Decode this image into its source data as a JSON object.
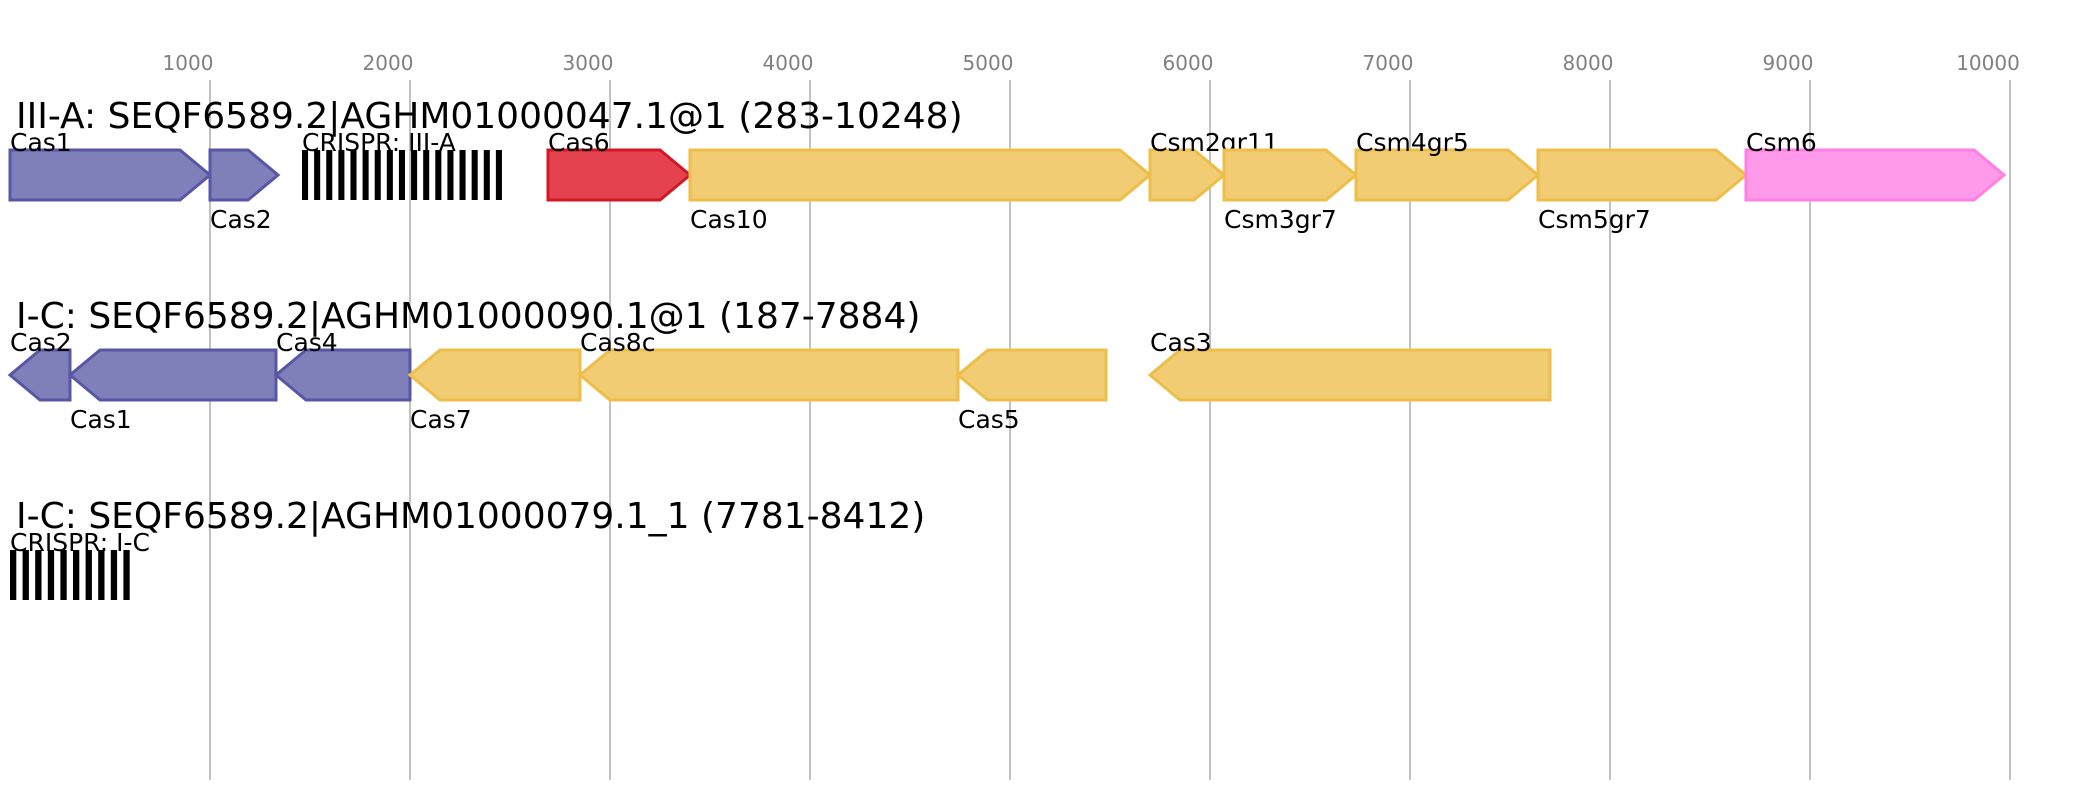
{
  "colors": {
    "cas_adaptation": "#7f7fba",
    "cas_adaptation_stroke": "#5757a6",
    "cas_effector": "#f2cc73",
    "cas_effector_stroke": "#edbe4a",
    "cas6": "#e54250",
    "cas6_stroke": "#d11825",
    "csm6": "#ff99ea",
    "csm6_stroke": "#ff7fe2",
    "crispr_bar": "#000000"
  },
  "axis": {
    "ticks": [
      1000,
      2000,
      3000,
      4000,
      5000,
      6000,
      7000,
      8000,
      9000,
      10000
    ],
    "tick_labels": [
      "1000",
      "2000",
      "3000",
      "4000",
      "5000",
      "6000",
      "7000",
      "8000",
      "9000",
      "10000"
    ]
  },
  "loci": [
    {
      "title": "III-A: SEQF6589.2|AGHM01000047.1@1 (283-10248)",
      "features": [
        {
          "type": "gene",
          "label": "Cas1",
          "start": 0,
          "end": 1000,
          "strand": "+",
          "color": "cas_adaptation",
          "label_pos": "above"
        },
        {
          "type": "gene",
          "label": "Cas2",
          "start": 1000,
          "end": 1340,
          "strand": "+",
          "color": "cas_adaptation",
          "label_pos": "below"
        },
        {
          "type": "crispr",
          "label": "CRISPR: III-A",
          "start": 1460,
          "end": 2490,
          "repeats": 17,
          "label_pos": "above"
        },
        {
          "type": "gene",
          "label": "Cas6",
          "start": 2690,
          "end": 3400,
          "strand": "+",
          "color": "cas6",
          "label_pos": "above"
        },
        {
          "type": "gene",
          "label": "Cas10",
          "start": 3400,
          "end": 5700,
          "strand": "+",
          "color": "cas_effector",
          "label_pos": "below"
        },
        {
          "type": "gene",
          "label": "Csm2gr11",
          "start": 5700,
          "end": 6070,
          "strand": "+",
          "color": "cas_effector",
          "label_pos": "above"
        },
        {
          "type": "gene",
          "label": "Csm3gr7",
          "start": 6070,
          "end": 6730,
          "strand": "+",
          "color": "cas_effector",
          "label_pos": "below"
        },
        {
          "type": "gene",
          "label": "Csm4gr5",
          "start": 6730,
          "end": 7640,
          "strand": "+",
          "color": "cas_effector",
          "label_pos": "above"
        },
        {
          "type": "gene",
          "label": "Csm5gr7",
          "start": 7640,
          "end": 8680,
          "strand": "+",
          "color": "cas_effector",
          "label_pos": "below"
        },
        {
          "type": "gene",
          "label": "Csm6",
          "start": 8680,
          "end": 9970,
          "strand": "+",
          "color": "csm6",
          "label_pos": "above"
        }
      ]
    },
    {
      "title": "I-C: SEQF6589.2|AGHM01000090.1@1 (187-7884)",
      "features": [
        {
          "type": "gene",
          "label": "Cas2",
          "start": 0,
          "end": 300,
          "strand": "-",
          "color": "cas_adaptation",
          "label_pos": "above"
        },
        {
          "type": "gene",
          "label": "Cas1",
          "start": 300,
          "end": 1330,
          "strand": "-",
          "color": "cas_adaptation",
          "label_pos": "below"
        },
        {
          "type": "gene",
          "label": "Cas4",
          "start": 1330,
          "end": 2000,
          "strand": "-",
          "color": "cas_adaptation",
          "label_pos": "above"
        },
        {
          "type": "gene",
          "label": "Cas7",
          "start": 2000,
          "end": 2850,
          "strand": "-",
          "color": "cas_effector",
          "label_pos": "below"
        },
        {
          "type": "gene",
          "label": "Cas8c",
          "start": 2850,
          "end": 4740,
          "strand": "-",
          "color": "cas_effector",
          "label_pos": "above"
        },
        {
          "type": "gene",
          "label": "Cas5",
          "start": 4740,
          "end": 5480,
          "strand": "-",
          "color": "cas_effector",
          "label_pos": "below"
        },
        {
          "type": "gene",
          "label": "Cas3",
          "start": 5700,
          "end": 7700,
          "strand": "-",
          "color": "cas_effector",
          "label_pos": "above"
        }
      ]
    },
    {
      "title": "I-C: SEQF6589.2|AGHM01000079.1_1 (7781-8412)",
      "features": [
        {
          "type": "crispr",
          "label": "CRISPR: I-C",
          "start": 0,
          "end": 630,
          "repeats": 10,
          "label_pos": "above"
        }
      ]
    }
  ]
}
